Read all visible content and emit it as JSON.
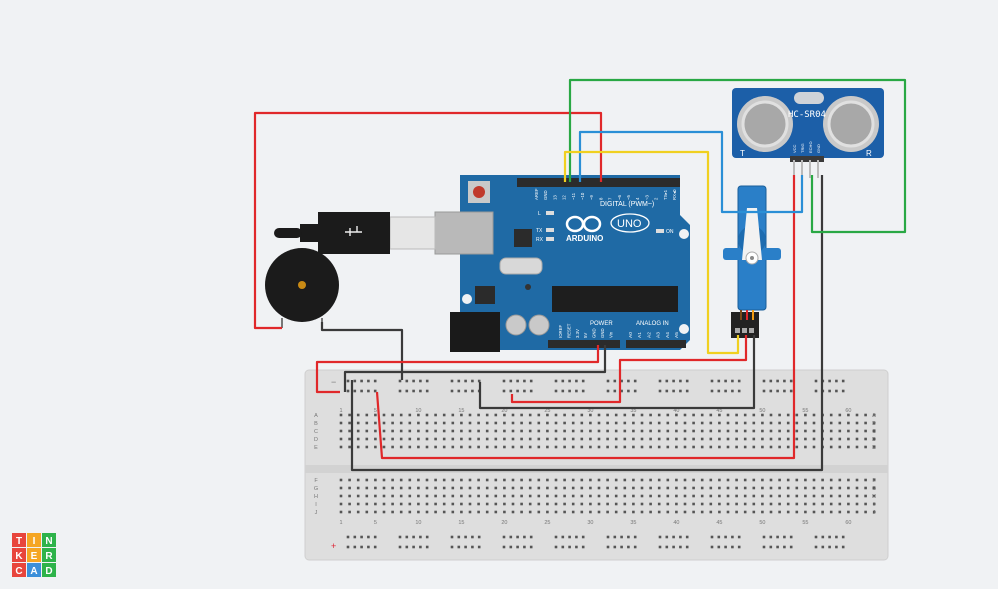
{
  "logo": {
    "letters": [
      "T",
      "I",
      "N",
      "K",
      "E",
      "R",
      "C",
      "A",
      "D"
    ],
    "colors": [
      "#e8453c",
      "#f5a623",
      "#2eb34a",
      "#e8453c",
      "#f5a623",
      "#2eb34a",
      "#e8453c",
      "#3b8fd9",
      "#2eb34a"
    ]
  },
  "arduino": {
    "brand": "ARDUINO",
    "model": "UNO",
    "digital_label": "DIGITAL (PWM~)",
    "digital_pins": [
      "AREF",
      "GND",
      "13",
      "12",
      "~11",
      "~10",
      "~9",
      "8",
      "7",
      "~6",
      "~5",
      "4",
      "~3",
      "2",
      "TX▸1",
      "RX◂0"
    ],
    "power_label": "POWER",
    "power_pins": [
      "IOREF",
      "RESET",
      "3.3V",
      "5V",
      "GND",
      "GND",
      "Vin"
    ],
    "analog_label": "ANALOG IN",
    "analog_pins": [
      "A0",
      "A1",
      "A2",
      "A3",
      "A4",
      "A5"
    ],
    "led_labels": [
      "L",
      "TX",
      "RX"
    ],
    "on_label": "ON"
  },
  "sensor": {
    "model": "HC-SR04",
    "left_mark": "T",
    "right_mark": "R",
    "pins": [
      "VCC",
      "TRIG",
      "ECHO",
      "GND"
    ]
  },
  "breadboard": {
    "columns_top": [
      "1",
      "5",
      "10",
      "15",
      "20",
      "25",
      "30",
      "35",
      "40",
      "45",
      "50",
      "55",
      "60"
    ],
    "columns_bottom": [
      "1",
      "5",
      "10",
      "15",
      "20",
      "25",
      "30",
      "35",
      "40",
      "45",
      "50",
      "55",
      "60"
    ],
    "rows_top": [
      "A",
      "B",
      "C",
      "D",
      "E"
    ],
    "rows_bottom": [
      "F",
      "G",
      "H",
      "I",
      "J"
    ],
    "rail_minus": "−",
    "rail_plus": "+"
  },
  "colors": {
    "red_wire": "#e0282a",
    "black_wire": "#3a3a3a",
    "green_wire": "#29a844",
    "yellow_wire": "#f0d020",
    "blue_wire": "#2a8fd6",
    "board_blue": "#1f6aa5",
    "sensor_blue": "#1c5fa8"
  }
}
